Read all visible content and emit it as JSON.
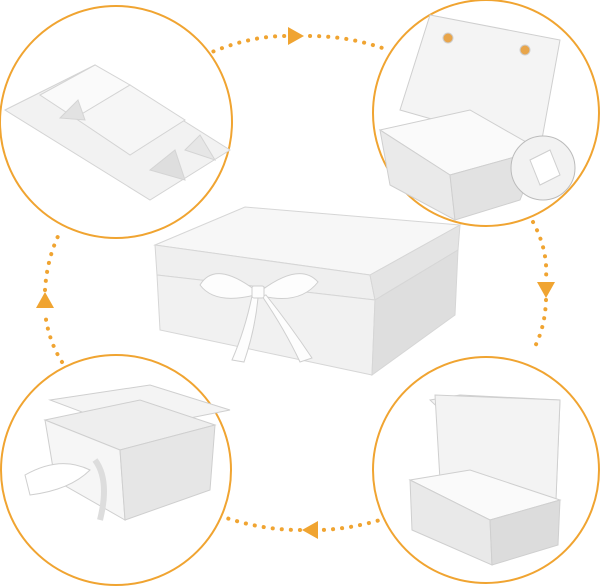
{
  "colors": {
    "accent": "#f0a431",
    "box_white": "#f4f4f4",
    "box_shade": "#d9d9d9",
    "background": "#ffffff"
  },
  "steps": [
    {
      "label": "",
      "icon": "flat-unfolded-box"
    },
    {
      "label": "",
      "icon": "folding-box-sides"
    },
    {
      "label": "",
      "icon": "box-with-ribbon-open"
    },
    {
      "label": "",
      "icon": "box-lid-open-magnets"
    }
  ],
  "arrows": [
    "right",
    "down",
    "left",
    "up"
  ]
}
